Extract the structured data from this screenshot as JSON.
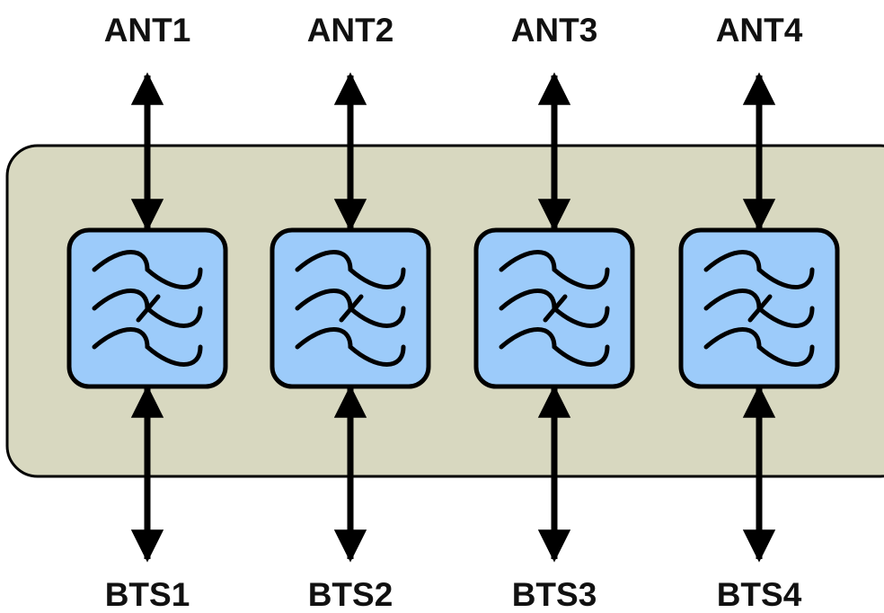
{
  "colors": {
    "enclosure_fill": "#d8d8c0",
    "filter_fill": "#9ccbfa",
    "stroke": "#000000",
    "text": "#111111"
  },
  "channels": [
    {
      "antenna_label": "ANT1",
      "bts_label": "BTS1",
      "filter_icon": "bandpass-filter-icon"
    },
    {
      "antenna_label": "ANT2",
      "bts_label": "BTS2",
      "filter_icon": "bandpass-filter-icon"
    },
    {
      "antenna_label": "ANT3",
      "bts_label": "BTS3",
      "filter_icon": "bandpass-filter-icon"
    },
    {
      "antenna_label": "ANT4",
      "bts_label": "BTS4",
      "filter_icon": "bandpass-filter-icon"
    }
  ]
}
